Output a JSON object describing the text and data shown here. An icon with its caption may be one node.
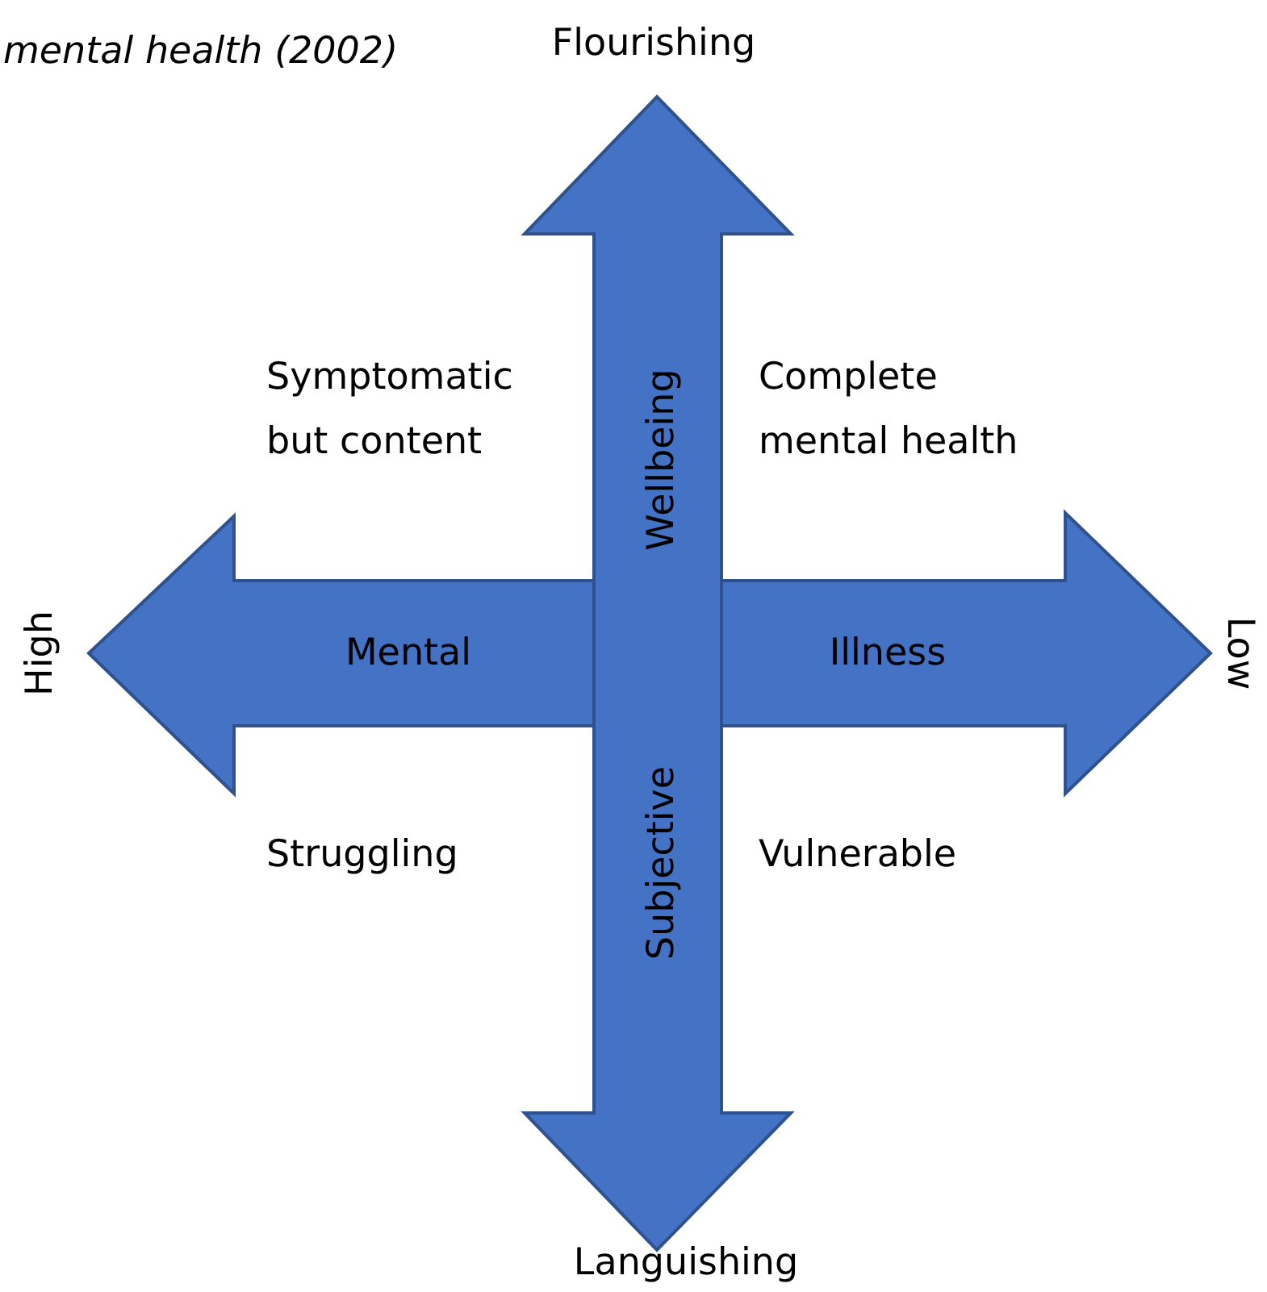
{
  "diagram": {
    "title": "mental health (2002)",
    "labels": [
      "Flourishing",
      "Symptomatic but content",
      "Wellbeing",
      "Complete mental health",
      "High",
      "Mental",
      "Illness",
      "Low",
      "Struggling",
      "Subjective",
      "Vulnerable",
      "Languishing"
    ]
  }
}
